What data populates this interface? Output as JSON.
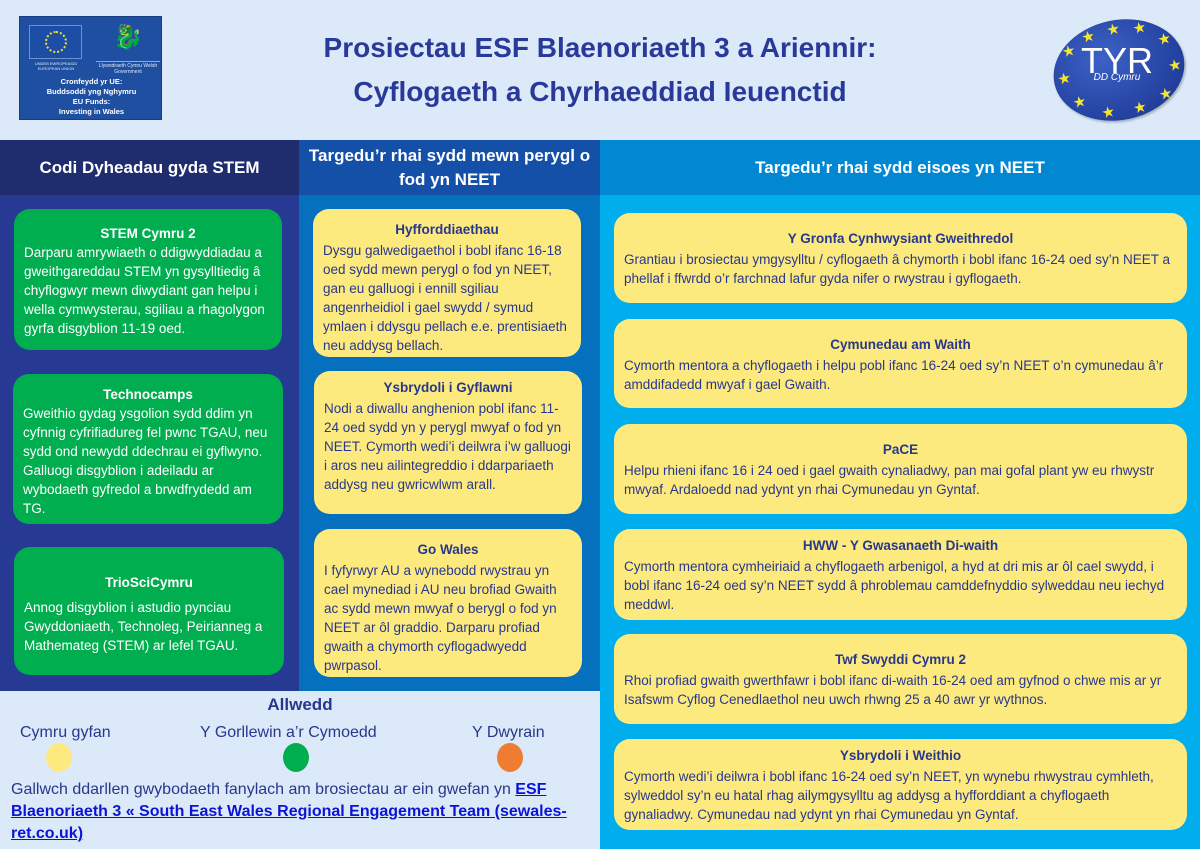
{
  "header": {
    "title_line1": "Prosiectau ESF Blaenoriaeth 3 a Ariennir:",
    "title_line2": "Cyflogaeth a Chyrhaeddiad Ieuenctid",
    "eu_logo": {
      "flag_caption": "UNDEB EWROPEAIDD EUROPEAN UNION",
      "gov_caption": "Llywodraeth Cymru Welsh Government",
      "line1": "Cronfeydd yr UE:",
      "line2": "Buddsoddi yng Nghymru",
      "line3": "EU Funds:",
      "line4": "Investing in Wales"
    },
    "tyr_logo": {
      "main": "TYR",
      "sub": "DD Cymru"
    }
  },
  "columns": [
    {
      "heading": "Codi Dyheadau gyda STEM",
      "cards": [
        {
          "title": "STEM Cymru 2",
          "body": "Darparu amrywiaeth o ddigwyddiadau a gweithgareddau STEM yn gysylltiedig â chyflogwyr mewn diwydiant gan helpu i wella cymwysterau, sgiliau a rhagolygon gyrfa disgyblion 11-19 oed."
        },
        {
          "title": "Technocamps",
          "body": "Gweithio gydag ysgolion sydd ddim yn cyfnnig cyfrifiadureg fel pwnc TGAU, neu sydd ond newydd ddechrau ei gyflwyno. Galluogi disgyblion i adeiladu ar wybodaeth gyfredol a brwdfrydedd am TG."
        },
        {
          "title": "TrioSciCymru",
          "body": "Annog disgyblion i astudio pynciau Gwyddoniaeth, Technoleg, Peirianneg a Mathemateg (STEM) ar lefel TGAU."
        }
      ]
    },
    {
      "heading": "Targedu’r rhai sydd mewn perygl o fod yn NEET",
      "cards": [
        {
          "title": "Hyfforddiaethau",
          "body": "Dysgu galwedigaethol i bobl ifanc 16-18 oed sydd mewn perygl o fod yn NEET, gan eu galluogi i ennill sgiliau angenrheidiol i gael swydd / symud ymlaen i ddysgu pellach e.e. prentisiaeth neu addysg bellach."
        },
        {
          "title": "Ysbrydoli i Gyflawni",
          "body": "Nodi a diwallu anghenion pobl ifanc 11-24 oed sydd yn y perygl mwyaf o fod yn NEET. Cymorth wedi’i deilwra i’w galluogi i aros neu ailintegreddio i ddarpariaeth addysg neu gwricwlwm arall."
        },
        {
          "title": "Go Wales",
          "body": "I fyfyrwyr AU a wynebodd rwystrau yn cael mynediad i AU neu brofiad Gwaith ac sydd mewn mwyaf o berygl o fod yn NEET ar ôl graddio. Darparu profiad gwaith a chymorth cyflogadwyedd pwrpasol."
        }
      ]
    },
    {
      "heading": "Targedu’r rhai sydd eisoes yn NEET",
      "cards": [
        {
          "title": "Y Gronfa Cynhwysiant Gweithredol",
          "body": "Grantiau i brosiectau ymgysylltu / cyflogaeth â chymorth i bobl ifanc 16-24 oed sy’n NEET a phellaf i ffwrdd o’r farchnad lafur gyda nifer o rwystrau i gyflogaeth."
        },
        {
          "title": "Cymunedau am Waith",
          "body": "Cymorth mentora a chyflogaeth i helpu pobl ifanc 16-24 oed sy’n NEET o’n cymunedau â’r amddifadedd mwyaf i gael Gwaith."
        },
        {
          "title": "PaCE",
          "body": "Helpu rhieni ifanc 16 i 24 oed i gael gwaith cynaliadwy, pan mai gofal plant yw eu rhwystr mwyaf. Ardaloedd nad ydynt yn rhai Cymunedau yn Gyntaf."
        },
        {
          "title": "HWW - Y Gwasanaeth Di-waith",
          "body": "Cymorth mentora cymheiriaid a chyflogaeth arbenigol, a hyd at dri mis ar ôl cael swydd, i bobl ifanc 16-24 oed sy’n NEET sydd â phroblemau camddefnyddio sylweddau neu iechyd meddwl."
        },
        {
          "title": "Twf Swyddi Cymru 2",
          "body": "Rhoi profiad gwaith gwerthfawr i bobl ifanc di-waith 16-24 oed am gyfnod o chwe mis ar yr Isafswm Cyflog Cenedlaethol neu uwch rhwng 25 a 40 awr yr wythnos."
        },
        {
          "title": "Ysbrydoli i Weithio",
          "body": "Cymorth wedi’i deilwra i bobl ifanc 16-24 oed sy’n NEET, yn wynebu rhwystrau cymhleth, sylweddol sy’n eu hatal rhag ailymgysylltu ag addysg a hyfforddiant a chyflogaeth gynaliadwy. Cymunedau nad ydynt yn rhai Cymunedau yn Gyntaf."
        }
      ]
    }
  ],
  "key": {
    "title": "Allwedd",
    "items": [
      {
        "label": "Cymru gyfan",
        "color": "#fdea7e"
      },
      {
        "label": "Y Gorllewin a’r Cymoedd",
        "color": "#00ad4f"
      },
      {
        "label": "Y Dwyrain",
        "color": "#ee7d31"
      }
    ],
    "note_text": "Gallwch ddarllen gwybodaeth fanylach am brosiectau ar ein gwefan yn ",
    "link_text": "ESF Blaenoriaeth 3 « South East Wales Regional Engagement Team (sewales-ret.co.uk)"
  },
  "colors": {
    "background": "#dbe9f8",
    "title_blue": "#29399a",
    "col1_bg": "#263a93",
    "col2_bg": "#0570bd",
    "col3_bg": "#00aeee",
    "green_card": "#00ad4f",
    "yellow_card": "#fdea7e"
  }
}
